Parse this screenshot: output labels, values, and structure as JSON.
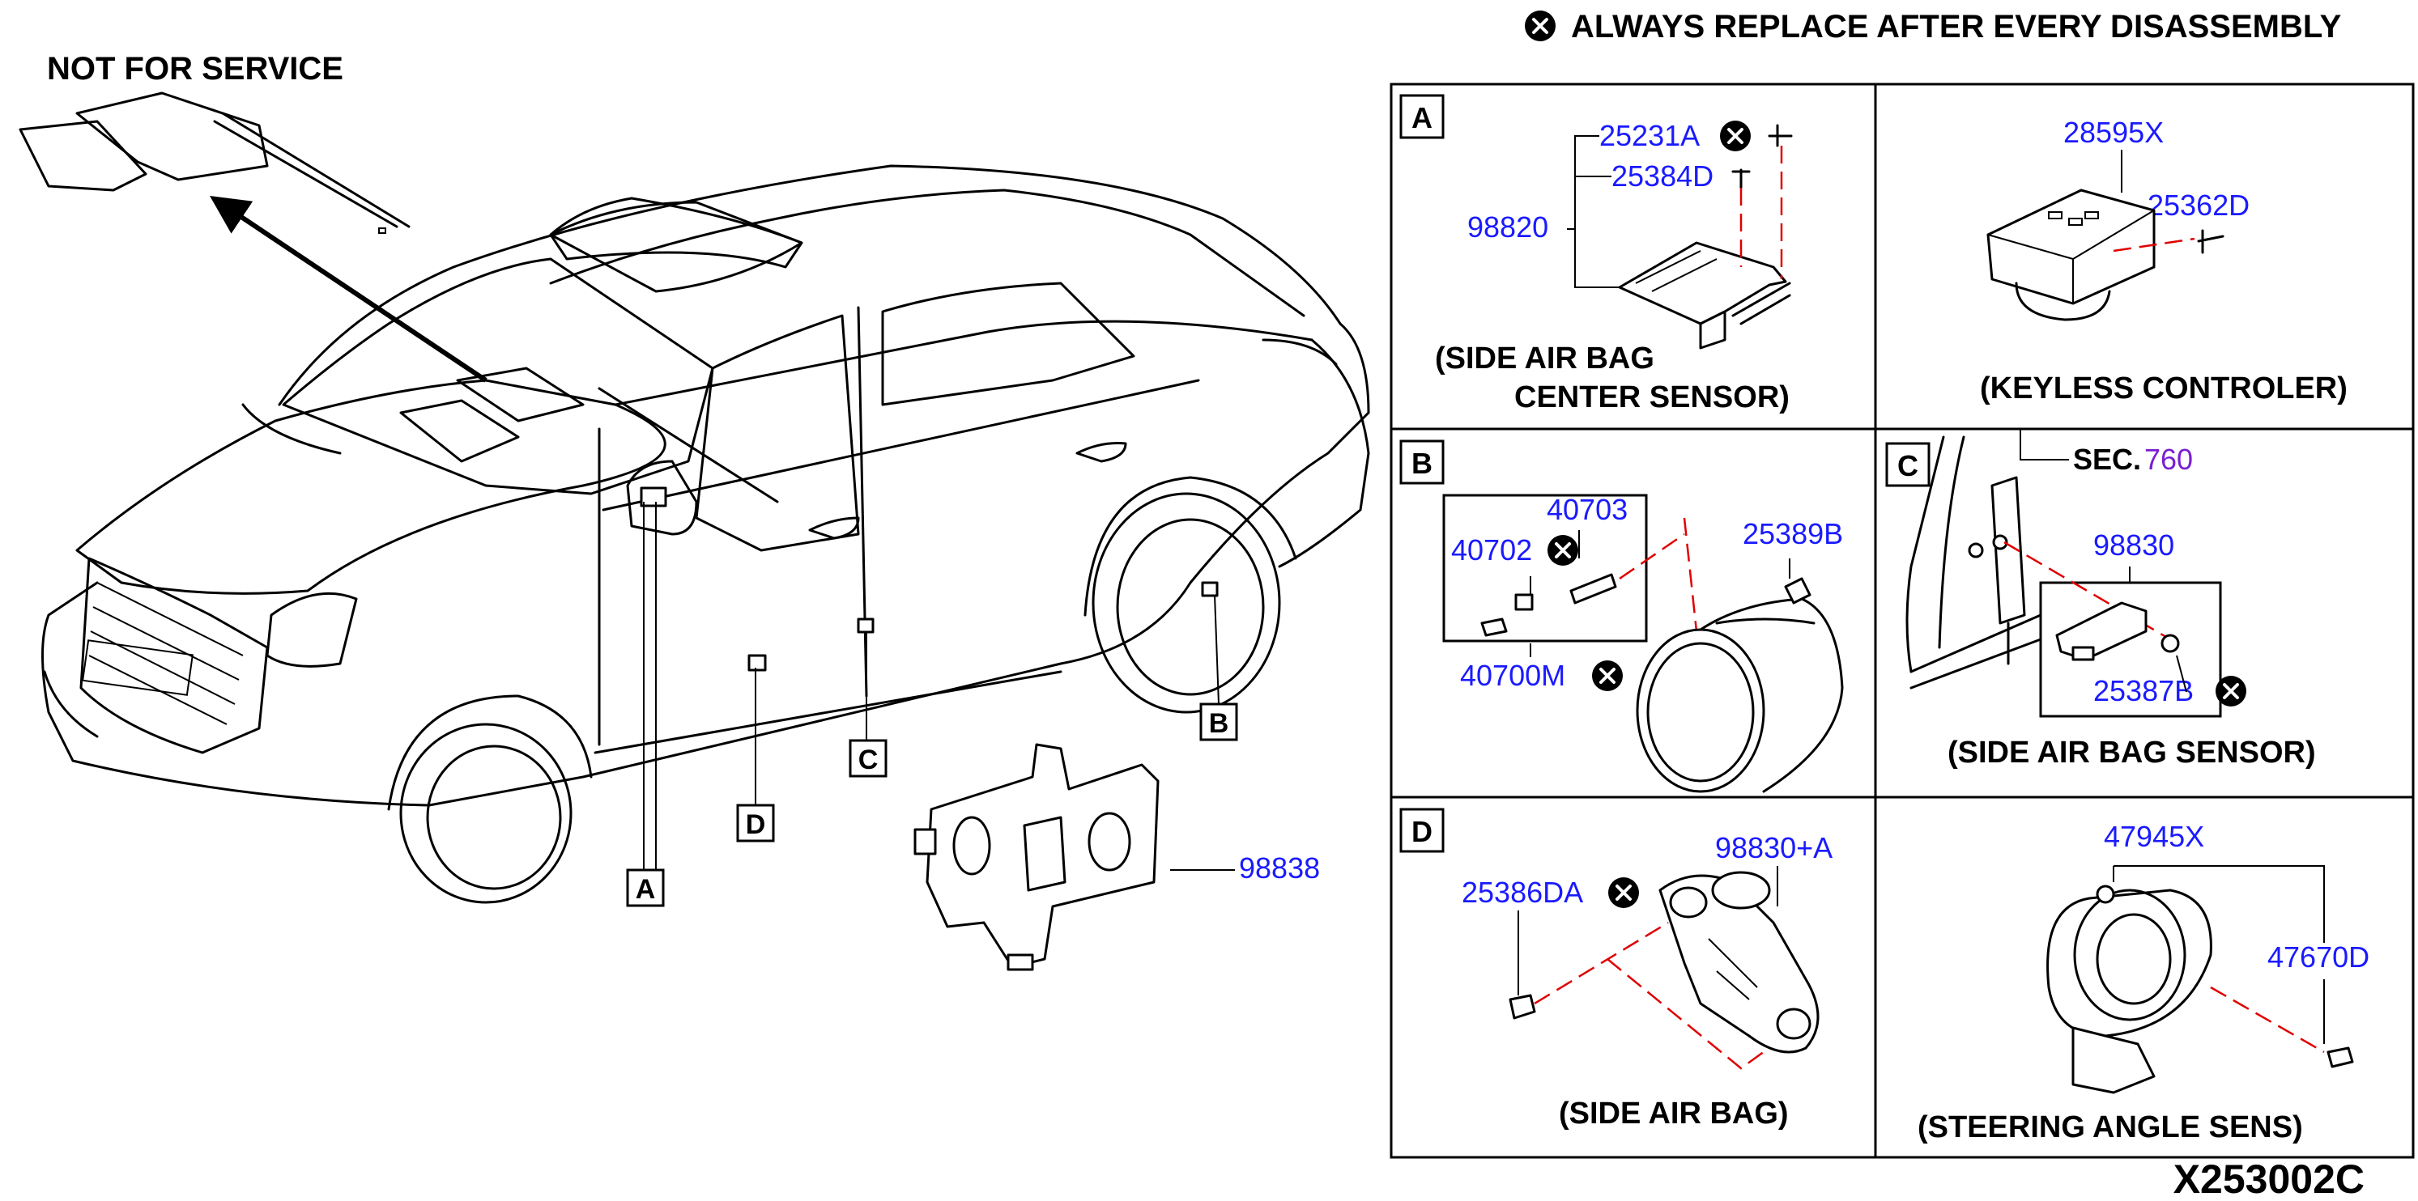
{
  "header": {
    "always_replace": "ALWAYS REPLACE AFTER EVERY DISASSEMBLY",
    "not_for_service": "NOT FOR SERVICE",
    "diagram_code": "X253002C"
  },
  "main": {
    "callouts": [
      "A",
      "B",
      "C",
      "D"
    ],
    "part_98838": "98838"
  },
  "panels": {
    "a": {
      "letter": "A",
      "parts": [
        "25231A",
        "25384D",
        "98820"
      ],
      "caption_line1": "(SIDE AIR BAG",
      "caption_line2": "CENTER SENSOR)"
    },
    "keyless": {
      "parts": [
        "28595X",
        "25362D"
      ],
      "caption": "(KEYLESS CONTROLER)"
    },
    "b": {
      "letter": "B",
      "parts": [
        "40703",
        "40702",
        "25389B",
        "40700M"
      ]
    },
    "c": {
      "letter": "C",
      "sec_prefix": "SEC.",
      "sec_number": "760",
      "parts": [
        "98830",
        "25387B"
      ],
      "caption": "(SIDE AIR BAG SENSOR)"
    },
    "d": {
      "letter": "D",
      "parts": [
        "98830+A",
        "25386DA"
      ],
      "caption": "(SIDE AIR BAG)"
    },
    "steering": {
      "parts": [
        "47945X",
        "47670D"
      ],
      "caption": "(STEERING ANGLE SENS)"
    }
  },
  "colors": {
    "part_number": "#1a1aff",
    "section_ref": "#7a1fd1",
    "leader_dash": "#e00000"
  }
}
